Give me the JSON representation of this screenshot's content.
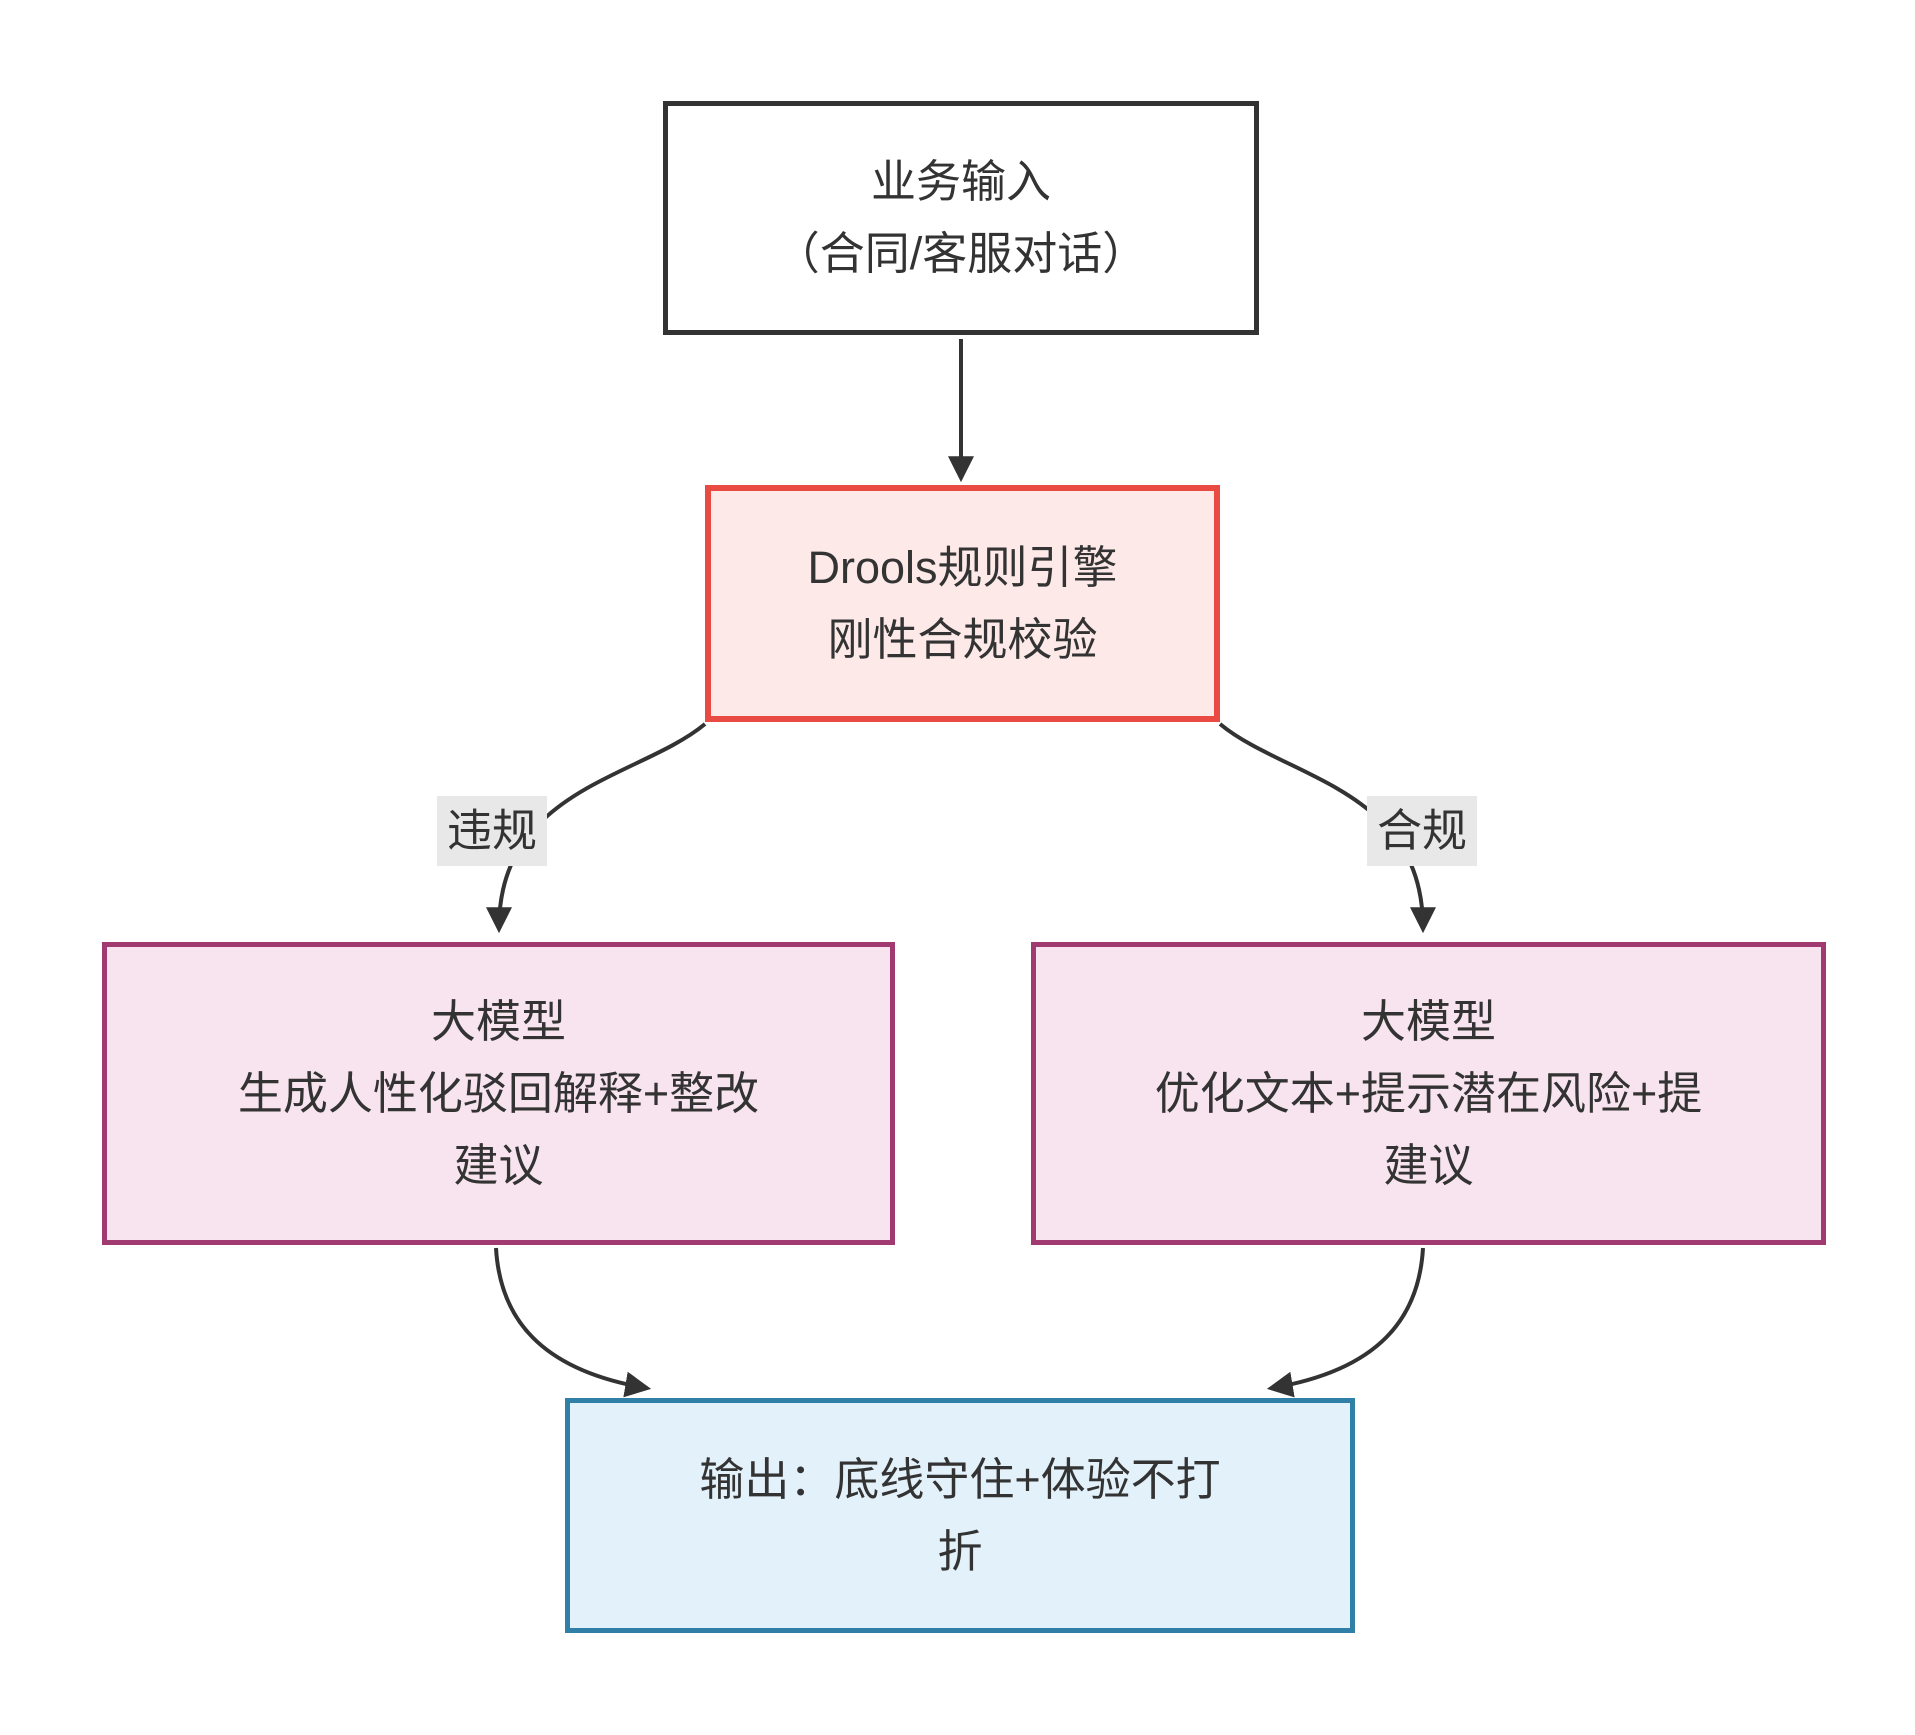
{
  "diagram": {
    "type": "flowchart",
    "direction": "top-down",
    "nodes": {
      "input": {
        "lines": [
          "业务输入",
          "（合同/客服对话）"
        ]
      },
      "drools": {
        "lines": [
          "Drools规则引擎",
          "刚性合规校验"
        ]
      },
      "llm_reject": {
        "lines": [
          "大模型",
          "生成人性化驳回解释+整改",
          "建议"
        ]
      },
      "llm_optimize": {
        "lines": [
          "大模型",
          "优化文本+提示潜在风险+提",
          "建议"
        ]
      },
      "output": {
        "lines": [
          "输出：底线守住+体验不打",
          "折"
        ]
      }
    },
    "edge_labels": {
      "violation": "违规",
      "compliant": "合规"
    },
    "colors": {
      "text": "#333333",
      "edge": "#333333",
      "input_border": "#333333",
      "input_fill": "#ffffff",
      "drools_border": "#e94b43",
      "drools_fill": "#fce9e8",
      "llm_border": "#a13a71",
      "llm_fill": "#f8e4ee",
      "output_border": "#2f7fa6",
      "output_fill": "#e3f1fb",
      "edge_label_bg": "#e8e8e8"
    }
  }
}
